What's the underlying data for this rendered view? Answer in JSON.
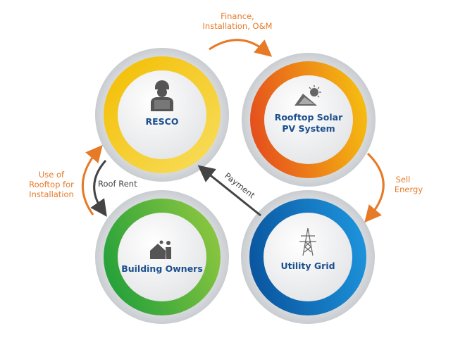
{
  "nodes": {
    "resco": {
      "label": "RESCO",
      "icon": "engineer-laptop-icon",
      "ring_from": "#f3bd00",
      "ring_to": "#f8df60"
    },
    "rooftop": {
      "label_line1": "Rooftop Solar",
      "label_line2": "PV System",
      "icon": "solar-roof-icon",
      "ring_from": "#e5501d",
      "ring_to": "#f6bf10"
    },
    "owners": {
      "label": "Building Owners",
      "icon": "house-person-icon",
      "ring_from": "#22a03a",
      "ring_to": "#8dc63f"
    },
    "grid": {
      "label": "Utility Grid",
      "icon": "transmission-tower-icon",
      "ring_from": "#0a559f",
      "ring_to": "#1d93db"
    }
  },
  "flows": {
    "finance": {
      "line1": "Finance,",
      "line2": "Installation, O&M"
    },
    "sell": {
      "line1": "Sell",
      "line2": "Energy"
    },
    "rooftop_use": {
      "line1": "Use of",
      "line2": "Rooftop for",
      "line3": "Installation"
    },
    "roof_rent": {
      "label": "Roof Rent"
    },
    "payment": {
      "label": "Payment"
    }
  },
  "colors": {
    "title": "#1b4f8e",
    "flow_orange": "#e67a27",
    "flow_gray": "#444444"
  }
}
